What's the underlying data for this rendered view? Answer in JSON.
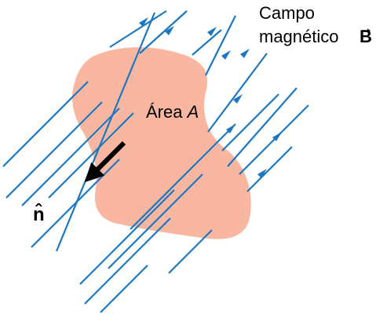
{
  "labels": {
    "field_line1": "Campo",
    "field_line2": "magnético",
    "field_symbol": "B",
    "area_prefix": "Área",
    "area_symbol": "A",
    "normal_symbol": "n̂"
  },
  "colors": {
    "field_lines": "#1a78c2",
    "area_fill": "#f9b7a1",
    "normal_vector": "#000000",
    "text": "#000000"
  },
  "icons": {
    "field_direction": "arrowhead-icon",
    "normal_vector": "arrow-icon"
  }
}
